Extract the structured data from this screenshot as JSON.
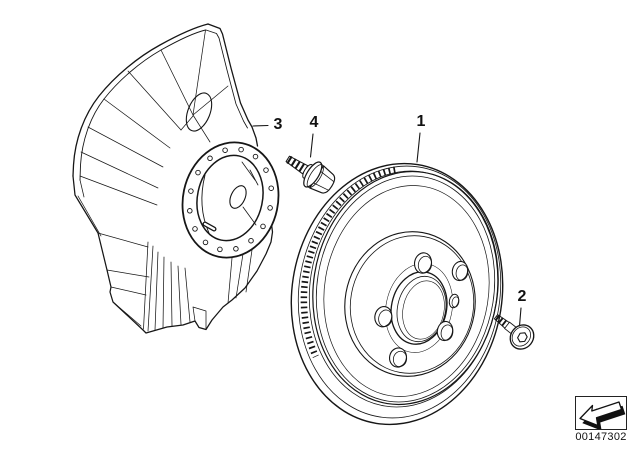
{
  "colors": {
    "background": "#ffffff",
    "line": "#161616"
  },
  "callouts": [
    {
      "label": "1",
      "name": "brake-disc"
    },
    {
      "label": "2",
      "name": "retaining-screw"
    },
    {
      "label": "3",
      "name": "protection-plate"
    },
    {
      "label": "4",
      "name": "hex-bolt"
    }
  ],
  "footer": {
    "doc_number": "00147302",
    "icon": "back-arrow-icon"
  }
}
